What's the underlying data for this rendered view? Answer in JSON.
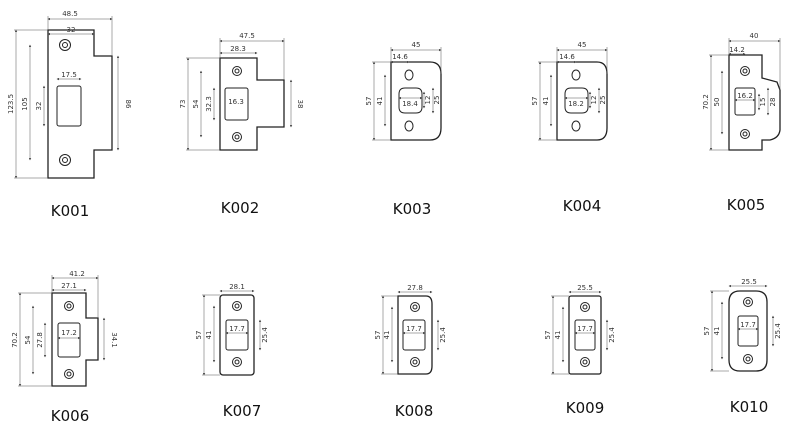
{
  "plates": [
    {
      "code": "K001",
      "dims": [
        "48.5",
        "32",
        "17.5",
        "123.5",
        "105",
        "32",
        "86"
      ]
    },
    {
      "code": "K002",
      "dims": [
        "47.5",
        "28.3",
        "16.3",
        "73",
        "54",
        "32.3",
        "38"
      ]
    },
    {
      "code": "K003",
      "dims": [
        "45",
        "14.6",
        "18.4",
        "57",
        "41",
        "12",
        "25"
      ]
    },
    {
      "code": "K004",
      "dims": [
        "45",
        "14.6",
        "18.2",
        "57",
        "41",
        "12",
        "25"
      ]
    },
    {
      "code": "K005",
      "dims": [
        "40",
        "14.2",
        "16.2",
        "70.2",
        "50",
        "15",
        "28"
      ]
    },
    {
      "code": "K006",
      "dims": [
        "41.2",
        "27.1",
        "17.2",
        "70.2",
        "54",
        "27.8",
        "34.1"
      ]
    },
    {
      "code": "K007",
      "dims": [
        "28.1",
        "17.7",
        "57",
        "41",
        "25.4"
      ]
    },
    {
      "code": "K008",
      "dims": [
        "27.8",
        "17.7",
        "57",
        "41",
        "25.4"
      ]
    },
    {
      "code": "K009",
      "dims": [
        "25.5",
        "17.7",
        "57",
        "41",
        "25.4"
      ]
    },
    {
      "code": "K010",
      "dims": [
        "25.5",
        "17.7",
        "57",
        "41",
        "25.4"
      ]
    }
  ]
}
